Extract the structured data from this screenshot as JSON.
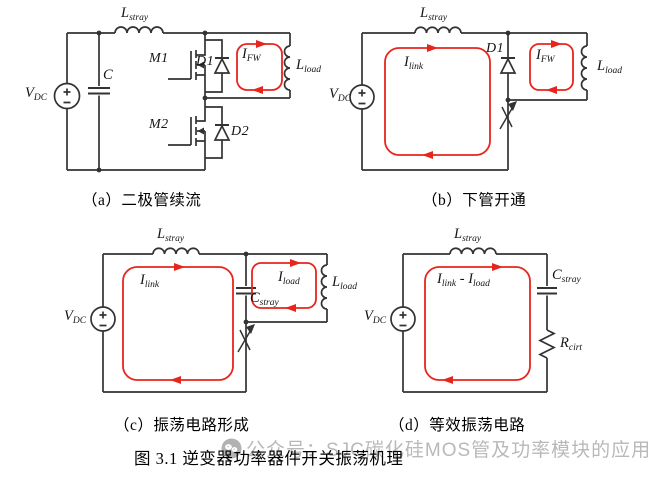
{
  "figure_caption": "图 3.1 逆变器功率器件开关振荡机理",
  "watermark": {
    "icon": "wechat-official-account-logo",
    "text": "公众号：SJC碳化硅MOS管及功率模块的应用"
  },
  "colors": {
    "wire": "#333333",
    "loop_red": "#e7251d",
    "watermark_gray": "#b9b9b9"
  },
  "subfigures": {
    "a": {
      "caption": "（a）二极管续流",
      "labels": {
        "lstray": {
          "main": "L",
          "sub": "stray"
        },
        "c": {
          "main": "C"
        },
        "vdc": {
          "main": "V",
          "sub": "DC"
        },
        "m1": {
          "main": "M1"
        },
        "m2": {
          "main": "M2"
        },
        "d1": {
          "main": "D1"
        },
        "d2": {
          "main": "D2"
        },
        "ifw": {
          "main": "I",
          "sub": "FW"
        },
        "lload": {
          "main": "L",
          "sub": "load"
        }
      }
    },
    "b": {
      "caption": "（b）下管开通",
      "labels": {
        "lstray": {
          "main": "L",
          "sub": "stray"
        },
        "vdc": {
          "main": "V",
          "sub": "DC"
        },
        "d1": {
          "main": "D1"
        },
        "ilink": {
          "main": "I",
          "sub": "link"
        },
        "ifw": {
          "main": "I",
          "sub": "FW"
        },
        "lload": {
          "main": "L",
          "sub": "load"
        }
      }
    },
    "c": {
      "caption": "（c）振荡电路形成",
      "labels": {
        "lstray": {
          "main": "L",
          "sub": "stray"
        },
        "vdc": {
          "main": "V",
          "sub": "DC"
        },
        "ilink": {
          "main": "I",
          "sub": "link"
        },
        "iload": {
          "main": "I",
          "sub": "load"
        },
        "cstray": {
          "main": "C",
          "sub": "stray"
        },
        "lload": {
          "main": "L",
          "sub": "load"
        }
      }
    },
    "d": {
      "caption": "（d）等效振荡电路",
      "labels": {
        "lstray": {
          "main": "L",
          "sub": "stray"
        },
        "vdc": {
          "main": "V",
          "sub": "DC"
        },
        "ilink_iload": {
          "m1": "I",
          "s1": "link",
          "sep": " - ",
          "m2": "I",
          "s2": "load"
        },
        "cstray": {
          "main": "C",
          "sub": "stray"
        },
        "rcirt": {
          "main": "R",
          "sub": "cirt"
        }
      }
    }
  }
}
